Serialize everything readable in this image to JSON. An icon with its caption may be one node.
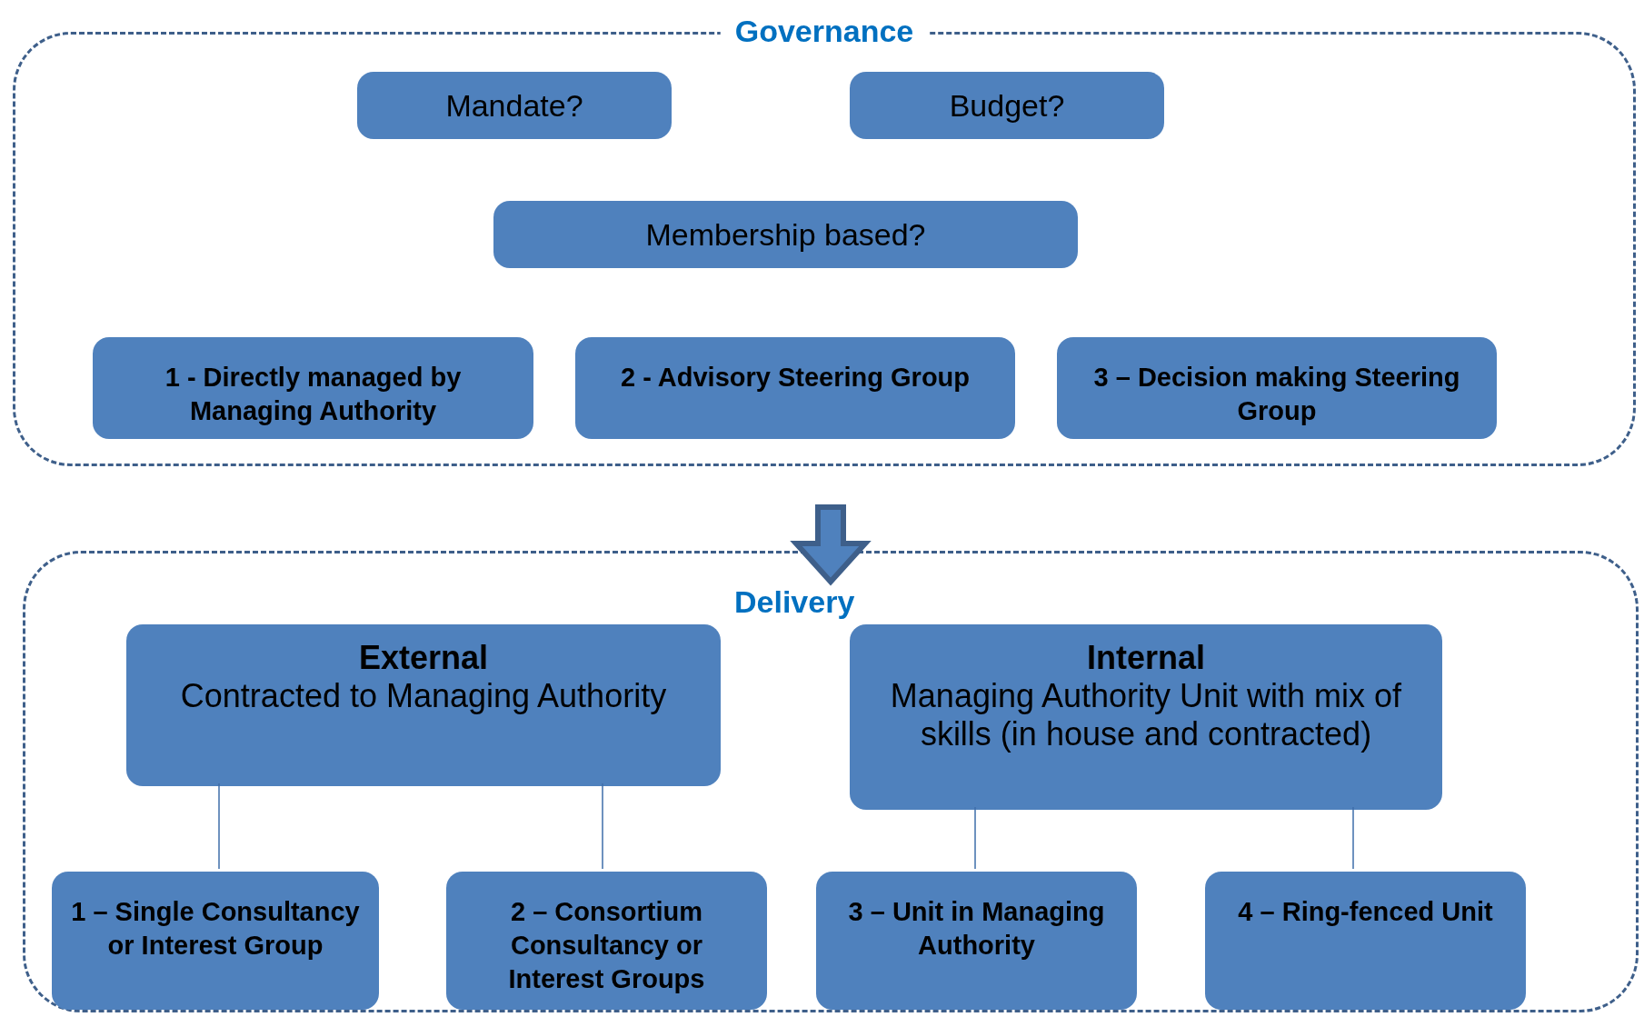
{
  "diagram": {
    "nodes": [
      {
        "text": [
          "Governance"
        ]
      },
      {
        "text": [
          "Mandate?"
        ],
        "in": 0
      },
      {
        "text": [
          "Budget?"
        ],
        "in": 0
      },
      {
        "text": [
          "Membership based?"
        ],
        "in": 0
      },
      {
        "text": [
          "1 - Directly managed by Managing Authority"
        ],
        "in": 0
      },
      {
        "text": [
          "2 - Advisory Steering Group"
        ],
        "in": 0
      },
      {
        "text": [
          "3 – Decision making Steering Group"
        ],
        "in": 0
      },
      {
        "text": [
          "Delivery"
        ]
      },
      {
        "text": [
          "External",
          "Contracted to Managing Authority"
        ],
        "in": 7
      },
      {
        "text": [
          "Internal",
          "Managing Authority Unit with mix of skills (in house and contracted)"
        ],
        "in": 7
      },
      {
        "text": [
          "1 – Single Consultancy or Interest Group"
        ],
        "in": 7
      },
      {
        "text": [
          "2 – Consortium Consultancy or Interest Groups"
        ],
        "in": 7
      },
      {
        "text": [
          "3 – Unit in Managing Authority"
        ],
        "in": 7
      },
      {
        "text": [
          "4 – Ring-fenced Unit"
        ],
        "in": 7
      }
    ],
    "edges": [
      {
        "from": 0,
        "to": 7,
        "arrow": "to",
        "style": "thick"
      },
      {
        "from": 8,
        "to": 10,
        "arrow": "none"
      },
      {
        "from": 8,
        "to": 11,
        "arrow": "none"
      },
      {
        "from": 9,
        "to": 12,
        "arrow": "none"
      },
      {
        "from": 9,
        "to": 13,
        "arrow": "none"
      }
    ]
  }
}
